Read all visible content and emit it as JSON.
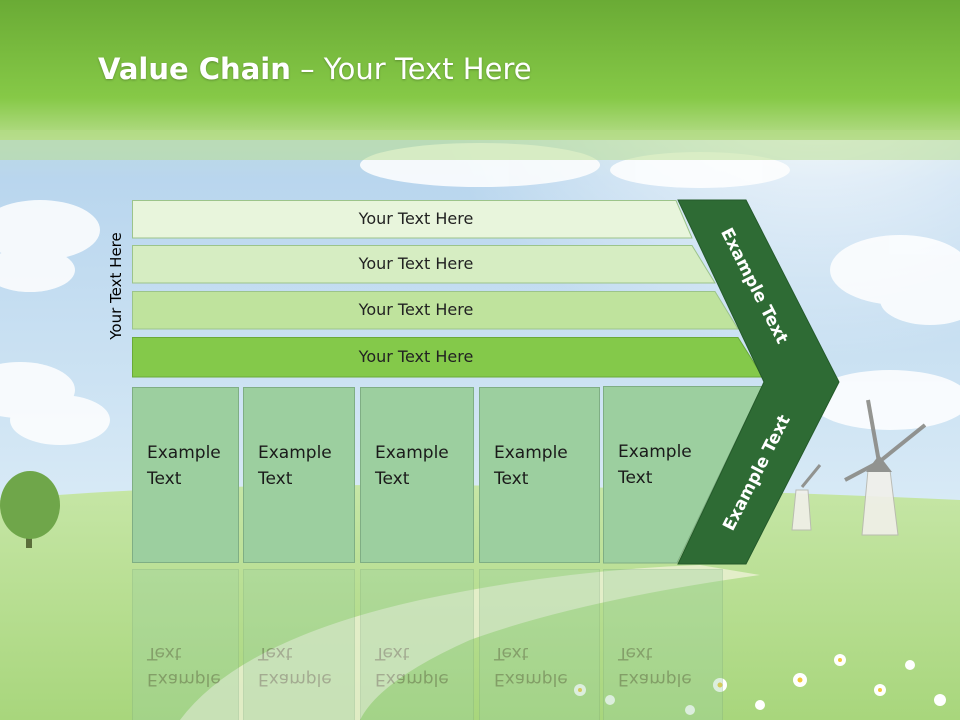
{
  "title": {
    "bold": "Value Chain",
    "rest": " – Your Text Here"
  },
  "side_label": "Your Text Here",
  "bars": [
    {
      "label": "Your Text Here",
      "fill": "#e8f5dc"
    },
    {
      "label": "Your Text Here",
      "fill": "#d6edc2"
    },
    {
      "label": "Your Text Here",
      "fill": "#bfe39d"
    },
    {
      "label": "Your Text Here",
      "fill": "#84c94a"
    }
  ],
  "boxes": [
    {
      "line1": "Example",
      "line2": "Text"
    },
    {
      "line1": "Example",
      "line2": "Text"
    },
    {
      "line1": "Example",
      "line2": "Text"
    },
    {
      "line1": "Example",
      "line2": "Text"
    },
    {
      "line1": "Example",
      "line2": "Text"
    }
  ],
  "arrow": {
    "upper_label": "Example Text",
    "lower_label": "Example Text",
    "fill": "#2e6b34"
  },
  "colors": {
    "header_green": "#7cc142",
    "box_green": "#9ccf9f",
    "sky": "#b9d8f0"
  }
}
